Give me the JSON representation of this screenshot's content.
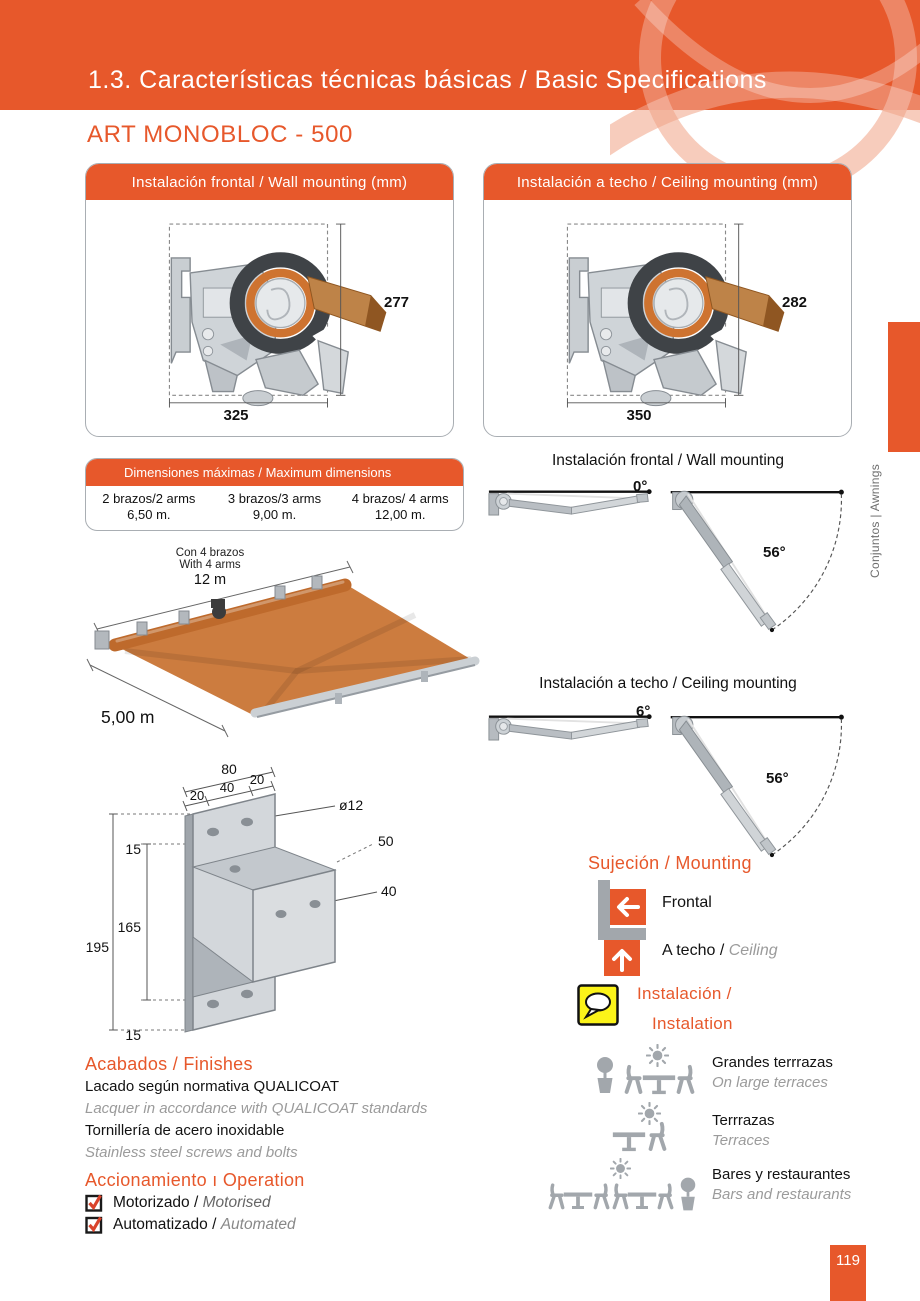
{
  "colors": {
    "accent": "#E7582B",
    "arc_light": "#F4B89E",
    "icon_gray": "#A2A7AC",
    "fabric_orange": "#CC7C3F",
    "yellow": "#FBF319",
    "check_red": "#D9432B"
  },
  "header": {
    "title": "1.3. Características técnicas básicas / Basic Specifications"
  },
  "page": {
    "product_title": "ART MONOBLOC - 500",
    "page_number": "119",
    "side_label": "Conjuntos | Awnings"
  },
  "panels": {
    "wall": {
      "title": "Instalación frontal / Wall mounting (mm)",
      "height": "277",
      "width": "325"
    },
    "ceiling": {
      "title": "Instalación a techo / Ceiling mounting (mm)",
      "height": "282",
      "width": "350"
    }
  },
  "max_dimensions": {
    "title": "Dimensiones máximas / Maximum dimensions",
    "columns": [
      {
        "arms": "2 brazos/2 arms",
        "length": "6,50 m."
      },
      {
        "arms": "3 brazos/3 arms",
        "length": "9,00 m."
      },
      {
        "arms": "4 brazos/ 4 arms",
        "length": "12,00 m."
      }
    ]
  },
  "awning": {
    "label_es": "Con 4 brazos",
    "label_en": "With 4 arms",
    "width_label": "12 m",
    "depth_label": "5,00 m"
  },
  "angles": {
    "wall": {
      "title": "Instalación frontal / Wall mounting",
      "closed": "0°",
      "open": "56°"
    },
    "ceiling": {
      "title": "Instalación a techo / Ceiling mounting",
      "closed": "6°",
      "open": "56°"
    }
  },
  "bracket": {
    "total_width": "80",
    "seg_left": "20",
    "seg_mid": "40",
    "seg_right": "20",
    "hole_diameter": "ø12",
    "depth": "50",
    "plate_offset": "40",
    "margin_top": "15",
    "inner_height": "165",
    "total_height": "195",
    "margin_bottom": "15"
  },
  "mounting": {
    "title": "Sujeción / Mounting",
    "frontal": "Frontal",
    "ceiling_es": "A techo / ",
    "ceiling_en": "Ceiling",
    "installation_line1": "Instalación /",
    "installation_line2": "Instalation"
  },
  "usage": [
    {
      "es": "Grandes terrrazas",
      "en": "On large terraces"
    },
    {
      "es": "Terrrazas",
      "en": "Terraces"
    },
    {
      "es": "Bares y restaurantes",
      "en": "Bars and restaurants"
    }
  ],
  "finishes": {
    "title": "Acabados / Finishes",
    "lines": [
      {
        "text": "Lacado según normativa QUALICOAT",
        "style": "es"
      },
      {
        "text": "Lacquer in accordance with QUALICOAT standards",
        "style": "en"
      },
      {
        "text": "Tornillería de acero inoxidable",
        "style": "es"
      },
      {
        "text": "Stainless steel screws and bolts",
        "style": "en"
      }
    ]
  },
  "operation": {
    "title": "Accionamiento ı Operation",
    "items": [
      {
        "es": "Motorizado / ",
        "en": "Motorised"
      },
      {
        "es": "Automatizado / ",
        "en": "Automated"
      }
    ]
  }
}
